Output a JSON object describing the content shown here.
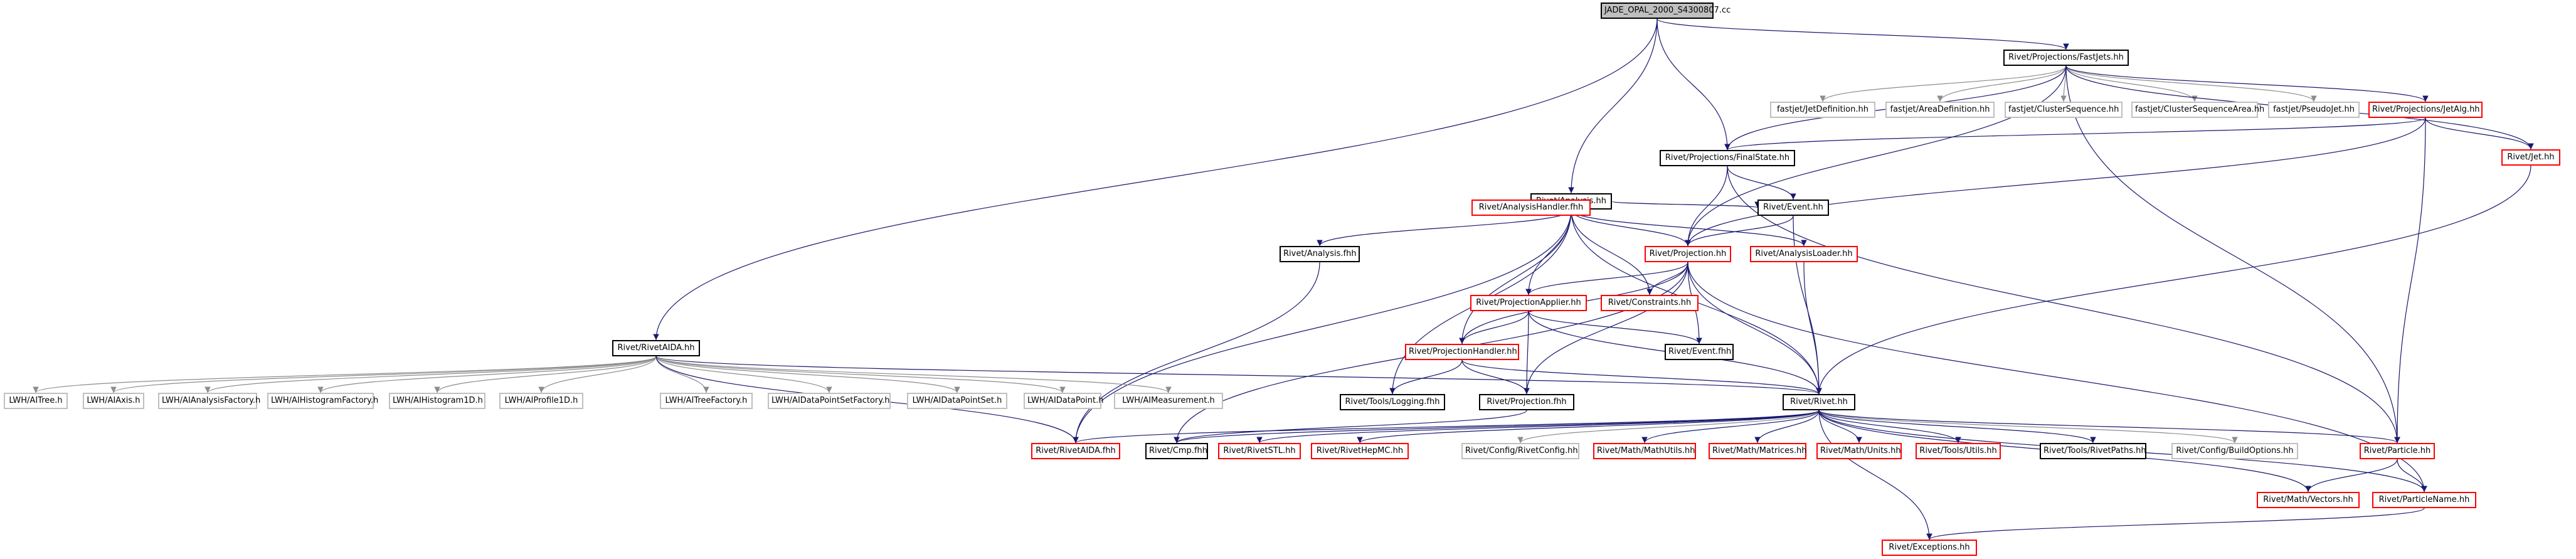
{
  "diagram": {
    "root": "JADE_OPAL_2000_S4300807.cc",
    "nodes": [
      {
        "id": "root",
        "label": "JADE_OPAL_2000_S4300807.cc",
        "style": "root"
      },
      {
        "id": "fastjets",
        "label": "Rivet/Projections/FastJets.hh",
        "style": "black"
      },
      {
        "id": "analysis",
        "label": "Rivet/Analysis.hh",
        "style": "black"
      },
      {
        "id": "finalstate",
        "label": "Rivet/Projections/FinalState.hh",
        "style": "black"
      },
      {
        "id": "rivetaida",
        "label": "Rivet/RivetAIDA.hh",
        "style": "black"
      },
      {
        "id": "jetdef",
        "label": "fastjet/JetDefinition.hh",
        "style": "gray"
      },
      {
        "id": "areadef",
        "label": "fastjet/AreaDefinition.hh",
        "style": "gray"
      },
      {
        "id": "clusterseq",
        "label": "fastjet/ClusterSequence.hh",
        "style": "gray"
      },
      {
        "id": "clusterseqarea",
        "label": "fastjet/ClusterSequenceArea.hh",
        "style": "gray"
      },
      {
        "id": "pseudojet",
        "label": "fastjet/PseudoJet.hh",
        "style": "gray"
      },
      {
        "id": "jetalg",
        "label": "Rivet/Projections/JetAlg.hh",
        "style": "red"
      },
      {
        "id": "jet",
        "label": "Rivet/Jet.hh",
        "style": "red"
      },
      {
        "id": "analysishandlerf",
        "label": "Rivet/AnalysisHandler.fhh",
        "style": "red"
      },
      {
        "id": "event",
        "label": "Rivet/Event.hh",
        "style": "black"
      },
      {
        "id": "projection",
        "label": "Rivet/Projection.hh",
        "style": "red"
      },
      {
        "id": "analysisloader",
        "label": "Rivet/AnalysisLoader.hh",
        "style": "red"
      },
      {
        "id": "analysisf",
        "label": "Rivet/Analysis.fhh",
        "style": "black"
      },
      {
        "id": "projectionapplier",
        "label": "Rivet/ProjectionApplier.hh",
        "style": "red"
      },
      {
        "id": "constraints",
        "label": "Rivet/Constraints.hh",
        "style": "red"
      },
      {
        "id": "projectionhandler",
        "label": "Rivet/ProjectionHandler.hh",
        "style": "red"
      },
      {
        "id": "eventf",
        "label": "Rivet/Event.fhh",
        "style": "black"
      },
      {
        "id": "toolslogging",
        "label": "Rivet/Tools/Logging.fhh",
        "style": "black"
      },
      {
        "id": "projectionf",
        "label": "Rivet/Projection.fhh",
        "style": "black"
      },
      {
        "id": "rivethh",
        "label": "Rivet/Rivet.hh",
        "style": "black"
      },
      {
        "id": "litree",
        "label": "LWH/AITree.h",
        "style": "gray"
      },
      {
        "id": "liaxis",
        "label": "LWH/AIAxis.h",
        "style": "gray"
      },
      {
        "id": "lianalysisfactory",
        "label": "LWH/AIAnalysisFactory.h",
        "style": "gray"
      },
      {
        "id": "lihistfactory",
        "label": "LWH/AIHistogramFactory.h",
        "style": "gray"
      },
      {
        "id": "lihist1d",
        "label": "LWH/AIHistogram1D.h",
        "style": "gray"
      },
      {
        "id": "liprofile1d",
        "label": "LWH/AIProfile1D.h",
        "style": "gray"
      },
      {
        "id": "litreefactory",
        "label": "LWH/AITreeFactory.h",
        "style": "gray"
      },
      {
        "id": "lidpsfactory",
        "label": "LWH/AIDataPointSetFactory.h",
        "style": "gray"
      },
      {
        "id": "lidpset",
        "label": "LWH/AIDataPointSet.h",
        "style": "gray"
      },
      {
        "id": "lidp",
        "label": "LWH/AIDataPoint.h",
        "style": "gray"
      },
      {
        "id": "limeasurement",
        "label": "LWH/AIMeasurement.h",
        "style": "gray"
      },
      {
        "id": "rivetaidaf",
        "label": "Rivet/RivetAIDA.fhh",
        "style": "red"
      },
      {
        "id": "cmpf",
        "label": "Rivet/Cmp.fhh",
        "style": "black"
      },
      {
        "id": "rivetstl",
        "label": "Rivet/RivetSTL.hh",
        "style": "red"
      },
      {
        "id": "rivethepmc",
        "label": "Rivet/RivetHepMC.hh",
        "style": "red"
      },
      {
        "id": "rivetconfig",
        "label": "Rivet/Config/RivetConfig.hh",
        "style": "gray"
      },
      {
        "id": "mathutils",
        "label": "Rivet/Math/MathUtils.hh",
        "style": "red"
      },
      {
        "id": "mathmatrices",
        "label": "Rivet/Math/Matrices.hh",
        "style": "red"
      },
      {
        "id": "mathunits",
        "label": "Rivet/Math/Units.hh",
        "style": "red"
      },
      {
        "id": "toolsutils",
        "label": "Rivet/Tools/Utils.hh",
        "style": "red"
      },
      {
        "id": "toolspaths",
        "label": "Rivet/Tools/RivetPaths.hh",
        "style": "black"
      },
      {
        "id": "buildoptions",
        "label": "Rivet/Config/BuildOptions.hh",
        "style": "gray"
      },
      {
        "id": "particle",
        "label": "Rivet/Particle.hh",
        "style": "red"
      },
      {
        "id": "mathvectors",
        "label": "Rivet/Math/Vectors.hh",
        "style": "red"
      },
      {
        "id": "particlename",
        "label": "Rivet/ParticleName.hh",
        "style": "red"
      },
      {
        "id": "exceptions",
        "label": "Rivet/Exceptions.hh",
        "style": "red"
      }
    ],
    "edges": [
      [
        "root",
        "fastjets"
      ],
      [
        "root",
        "analysis"
      ],
      [
        "root",
        "finalstate"
      ],
      [
        "root",
        "rivetaida"
      ],
      [
        "fastjets",
        "jetdef"
      ],
      [
        "fastjets",
        "areadef"
      ],
      [
        "fastjets",
        "clusterseq"
      ],
      [
        "fastjets",
        "clusterseqarea"
      ],
      [
        "fastjets",
        "pseudojet"
      ],
      [
        "fastjets",
        "jetalg"
      ],
      [
        "fastjets",
        "jet"
      ],
      [
        "fastjets",
        "particle"
      ],
      [
        "fastjets",
        "finalstate"
      ],
      [
        "fastjets",
        "projection"
      ],
      [
        "jetalg",
        "finalstate"
      ],
      [
        "jetalg",
        "jet"
      ],
      [
        "jetalg",
        "particle"
      ],
      [
        "jetalg",
        "projection"
      ],
      [
        "jet",
        "rivethh"
      ],
      [
        "analysis",
        "analysishandlerf"
      ],
      [
        "analysis",
        "event"
      ],
      [
        "analysis",
        "projection"
      ],
      [
        "analysis",
        "analysisloader"
      ],
      [
        "analysis",
        "analysisf"
      ],
      [
        "analysis",
        "projectionapplier"
      ],
      [
        "analysis",
        "constraints"
      ],
      [
        "analysis",
        "projectionhandler"
      ],
      [
        "analysis",
        "toolslogging"
      ],
      [
        "analysis",
        "rivethh"
      ],
      [
        "analysis",
        "rivetaidaf"
      ],
      [
        "finalstate",
        "event"
      ],
      [
        "finalstate",
        "projection"
      ],
      [
        "finalstate",
        "particle"
      ],
      [
        "event",
        "projection"
      ],
      [
        "event",
        "rivethh"
      ],
      [
        "projection",
        "projectionapplier"
      ],
      [
        "projection",
        "constraints"
      ],
      [
        "projection",
        "projectionhandler"
      ],
      [
        "projection",
        "eventf"
      ],
      [
        "projection",
        "rivethh"
      ],
      [
        "projection",
        "projectionf"
      ],
      [
        "projection",
        "cmpf"
      ],
      [
        "projection",
        "particlename"
      ],
      [
        "analysisloader",
        "rivethh"
      ],
      [
        "analysisf",
        "rivetaidaf"
      ],
      [
        "projectionapplier",
        "projectionhandler"
      ],
      [
        "projectionapplier",
        "eventf"
      ],
      [
        "projectionapplier",
        "projectionf"
      ],
      [
        "projectionapplier",
        "rivethh"
      ],
      [
        "projectionhandler",
        "toolslogging"
      ],
      [
        "projectionhandler",
        "projectionf"
      ],
      [
        "projectionhandler",
        "rivethh"
      ],
      [
        "projectionf",
        "cmpf"
      ],
      [
        "rivetaida",
        "litree"
      ],
      [
        "rivetaida",
        "liaxis"
      ],
      [
        "rivetaida",
        "lianalysisfactory"
      ],
      [
        "rivetaida",
        "lihistfactory"
      ],
      [
        "rivetaida",
        "lihist1d"
      ],
      [
        "rivetaida",
        "liprofile1d"
      ],
      [
        "rivetaida",
        "litreefactory"
      ],
      [
        "rivetaida",
        "lidpsfactory"
      ],
      [
        "rivetaida",
        "lidpset"
      ],
      [
        "rivetaida",
        "lidp"
      ],
      [
        "rivetaida",
        "limeasurement"
      ],
      [
        "rivetaida",
        "rivetaidaf"
      ],
      [
        "rivetaida",
        "rivethh"
      ],
      [
        "rivethh",
        "rivetaidaf"
      ],
      [
        "rivethh",
        "cmpf"
      ],
      [
        "rivethh",
        "rivetstl"
      ],
      [
        "rivethh",
        "rivethepmc"
      ],
      [
        "rivethh",
        "rivetconfig"
      ],
      [
        "rivethh",
        "mathutils"
      ],
      [
        "rivethh",
        "mathmatrices"
      ],
      [
        "rivethh",
        "mathunits"
      ],
      [
        "rivethh",
        "toolsutils"
      ],
      [
        "rivethh",
        "toolspaths"
      ],
      [
        "rivethh",
        "buildoptions"
      ],
      [
        "rivethh",
        "particle"
      ],
      [
        "rivethh",
        "mathvectors"
      ],
      [
        "rivethh",
        "particlename"
      ],
      [
        "rivethh",
        "exceptions"
      ],
      [
        "particle",
        "mathvectors"
      ],
      [
        "particle",
        "particlename"
      ],
      [
        "particlename",
        "exceptions"
      ]
    ]
  }
}
